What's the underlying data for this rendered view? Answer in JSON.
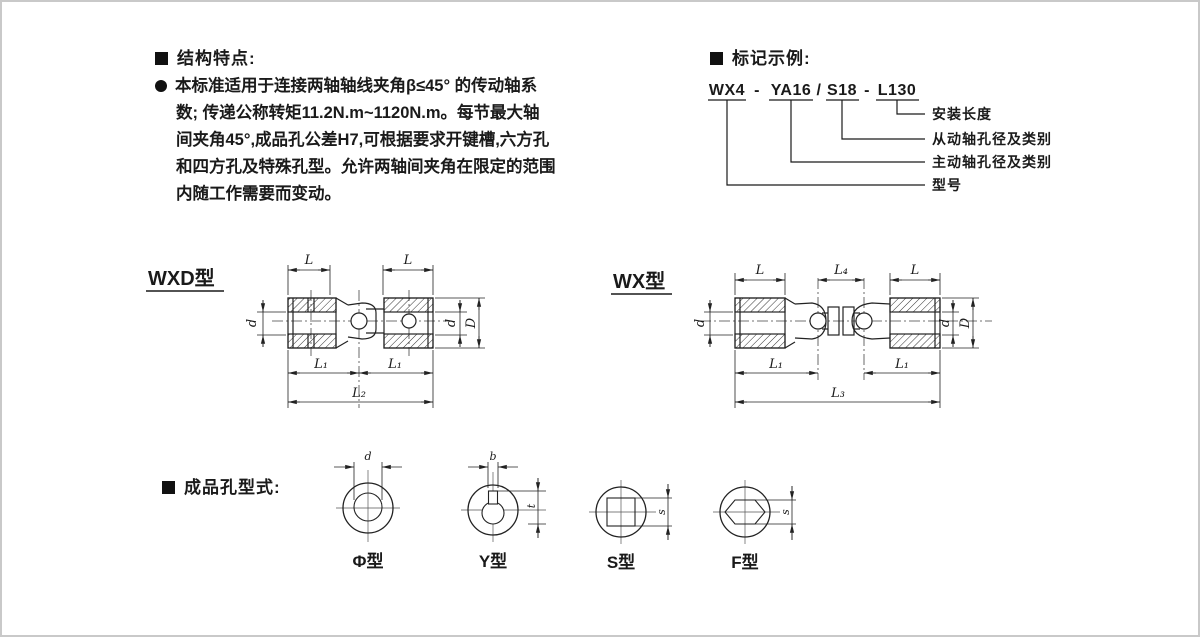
{
  "features": {
    "heading": "结构特点:",
    "bullet_lines": [
      "本标准适用于连接两轴轴线夹角β≤45° 的传动轴系",
      "数; 传递公称转矩11.2N.m~1120N.m。每节最大轴",
      "间夹角45°,成品孔公差H7,可根据要求开键槽,六方孔",
      "和四方孔及特殊孔型。允许两轴间夹角在限定的范围",
      "内随工作需要而变动。"
    ]
  },
  "marking": {
    "heading": "标记示例:",
    "code": {
      "model": "WX4",
      "sep1": "-",
      "drive": "YA16",
      "slash": "/",
      "driven": "S18",
      "sep2": "-",
      "length": "L130"
    },
    "labels": {
      "install_length": "安装长度",
      "driven_bore": "从动轴孔径及类别",
      "drive_bore": "主动轴孔径及类别",
      "model": "型号"
    }
  },
  "wxd": {
    "title": "WXD型",
    "dims": {
      "top_left": "L",
      "top_right": "L",
      "left_bore": "d",
      "right_bore": "d",
      "right_outer": "D",
      "bottom_left": "L₁",
      "bottom_right": "L₁",
      "overall": "L₂"
    }
  },
  "wx": {
    "title": "WX型",
    "dims": {
      "top_left": "L",
      "top_mid": "L₄",
      "top_right": "L",
      "left_bore": "d",
      "right_bore": "d",
      "right_outer": "D",
      "bottom_left": "L₁",
      "bottom_right": "L₁",
      "overall": "L₃"
    }
  },
  "holes": {
    "heading": "成品孔型式:",
    "types": [
      {
        "label": "Φ型",
        "dim": "d"
      },
      {
        "label": "Y型",
        "dim": "b",
        "side": "t"
      },
      {
        "label": "S型",
        "side": "s"
      },
      {
        "label": "F型",
        "side": "s"
      }
    ]
  }
}
